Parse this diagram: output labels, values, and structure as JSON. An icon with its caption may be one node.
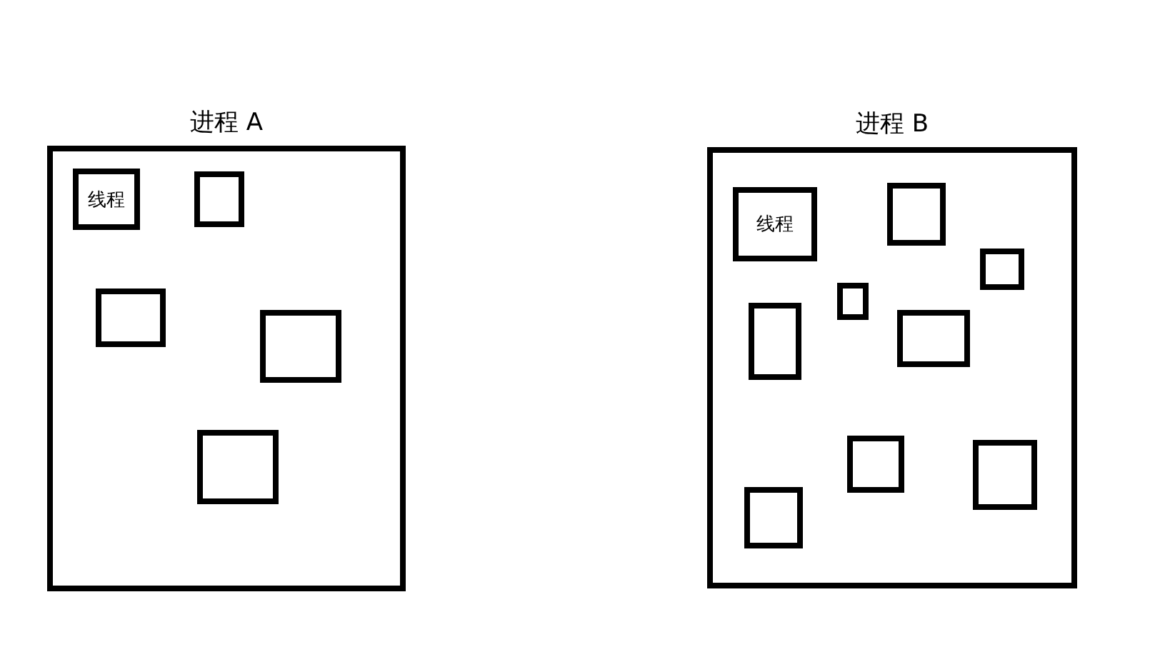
{
  "diagram": {
    "nodes": [
      {
        "text": [
          "进程 A"
        ]
      },
      {
        "text": [
          "线程"
        ],
        "in": 0
      },
      {
        "text": [],
        "shape": "box",
        "in": 0
      },
      {
        "text": [],
        "shape": "box",
        "in": 0
      },
      {
        "text": [],
        "shape": "box",
        "in": 0
      },
      {
        "text": [],
        "shape": "box",
        "in": 0
      },
      {
        "text": [
          "进程 B"
        ]
      },
      {
        "text": [
          "线程"
        ],
        "in": 6
      },
      {
        "text": [],
        "shape": "box",
        "in": 6
      },
      {
        "text": [],
        "shape": "box",
        "in": 6
      },
      {
        "text": [],
        "shape": "box",
        "in": 6
      },
      {
        "text": [],
        "shape": "box",
        "in": 6
      },
      {
        "text": [],
        "shape": "box",
        "in": 6
      },
      {
        "text": [],
        "shape": "box",
        "in": 6
      },
      {
        "text": [],
        "shape": "box",
        "in": 6
      },
      {
        "text": [],
        "shape": "box",
        "in": 6
      }
    ]
  }
}
